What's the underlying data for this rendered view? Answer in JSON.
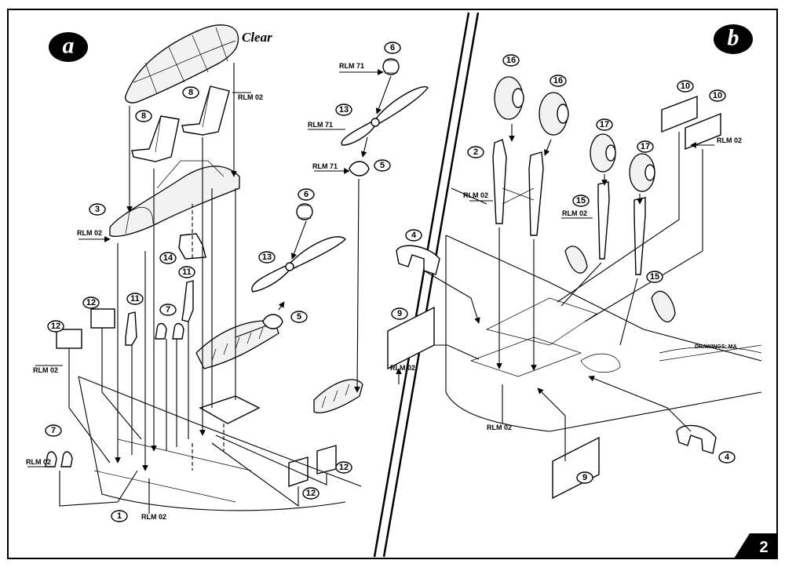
{
  "panels": {
    "a": "a",
    "b": "b"
  },
  "page_number": "2",
  "clear_label": "Clear",
  "credit": "DRAWINGS: MA",
  "paint": {
    "rlm02": "RLM 02",
    "rlm71": "RLM 71"
  },
  "parts": {
    "p1": "1",
    "p2": "2",
    "p3": "3",
    "p4": "4",
    "p5": "5",
    "p6": "6",
    "p7": "7",
    "p8": "8",
    "p9": "9",
    "p10": "10",
    "p11": "11",
    "p12": "12",
    "p13": "13",
    "p14": "14",
    "p15": "15",
    "p16": "16",
    "p17": "17"
  }
}
